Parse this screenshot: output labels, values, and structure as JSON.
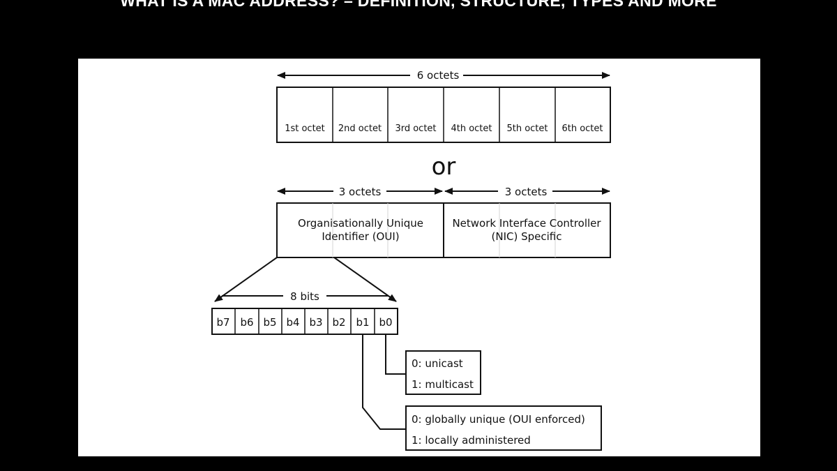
{
  "page": {
    "title": "WHAT IS A MAC ADDRESS? – DEFINITION, STRUCTURE, TYPES AND MORE"
  },
  "diagram": {
    "total_label": "6 octets",
    "octets": [
      "1st octet",
      "2nd octet",
      "3rd octet",
      "4th octet",
      "5th octet",
      "6th octet"
    ],
    "or_label": "or",
    "oui_span_label": "3 octets",
    "nic_span_label": "3 octets",
    "oui_line1": "Organisationally Unique",
    "oui_line2": "Identifier (OUI)",
    "nic_line1": "Network Interface Controller",
    "nic_line2": "(NIC) Specific",
    "bits_label": "8 bits",
    "bits": [
      "b7",
      "b6",
      "b5",
      "b4",
      "b3",
      "b2",
      "b1",
      "b0"
    ],
    "b0_option_0": "0: unicast",
    "b0_option_1": "1: multicast",
    "b1_option_0": "0: globally unique (OUI enforced)",
    "b1_option_1": "1: locally administered"
  }
}
